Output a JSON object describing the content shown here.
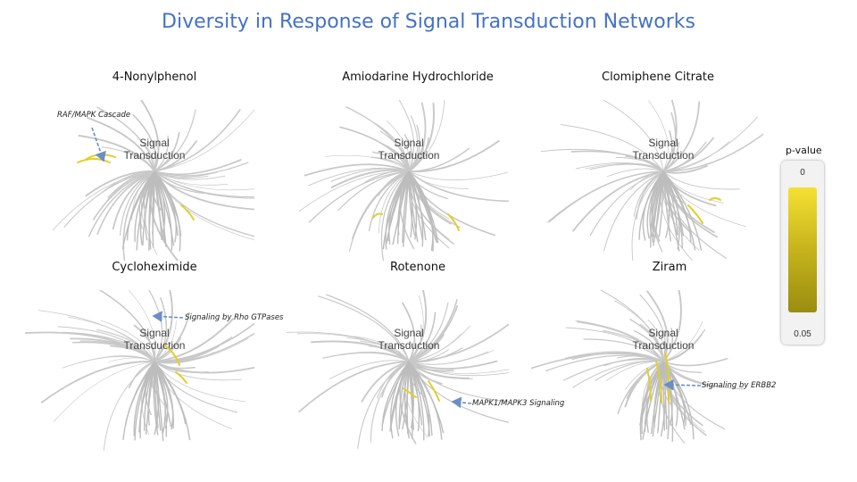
{
  "title": "Diversity in Response of Signal Transduction Networks",
  "network_label": [
    "Signal",
    "Transduction"
  ],
  "panels": [
    {
      "name": "4-Nonylphenol"
    },
    {
      "name": "Amiodarine Hydrochloride"
    },
    {
      "name": "Clomiphene Citrate"
    },
    {
      "name": "Cycloheximide"
    },
    {
      "name": "Rotenone"
    },
    {
      "name": "Ziram"
    }
  ],
  "annotations": {
    "raf": "RAF/MAPK Cascade",
    "rho": "Signaling by Rho GTPases",
    "mapk": "MAPK1/MAPK3 Signaling",
    "erbb2": "Signaling by ERBB2"
  },
  "legend": {
    "title": "p-value",
    "low": "0",
    "high": "0.05",
    "colors": [
      "#f5e133",
      "#9a8d10"
    ]
  },
  "colors": {
    "title": "#4472c4",
    "network": "#c8c8c8",
    "highlight": "#e2cf2a",
    "arrow": "#6a8fc7"
  }
}
